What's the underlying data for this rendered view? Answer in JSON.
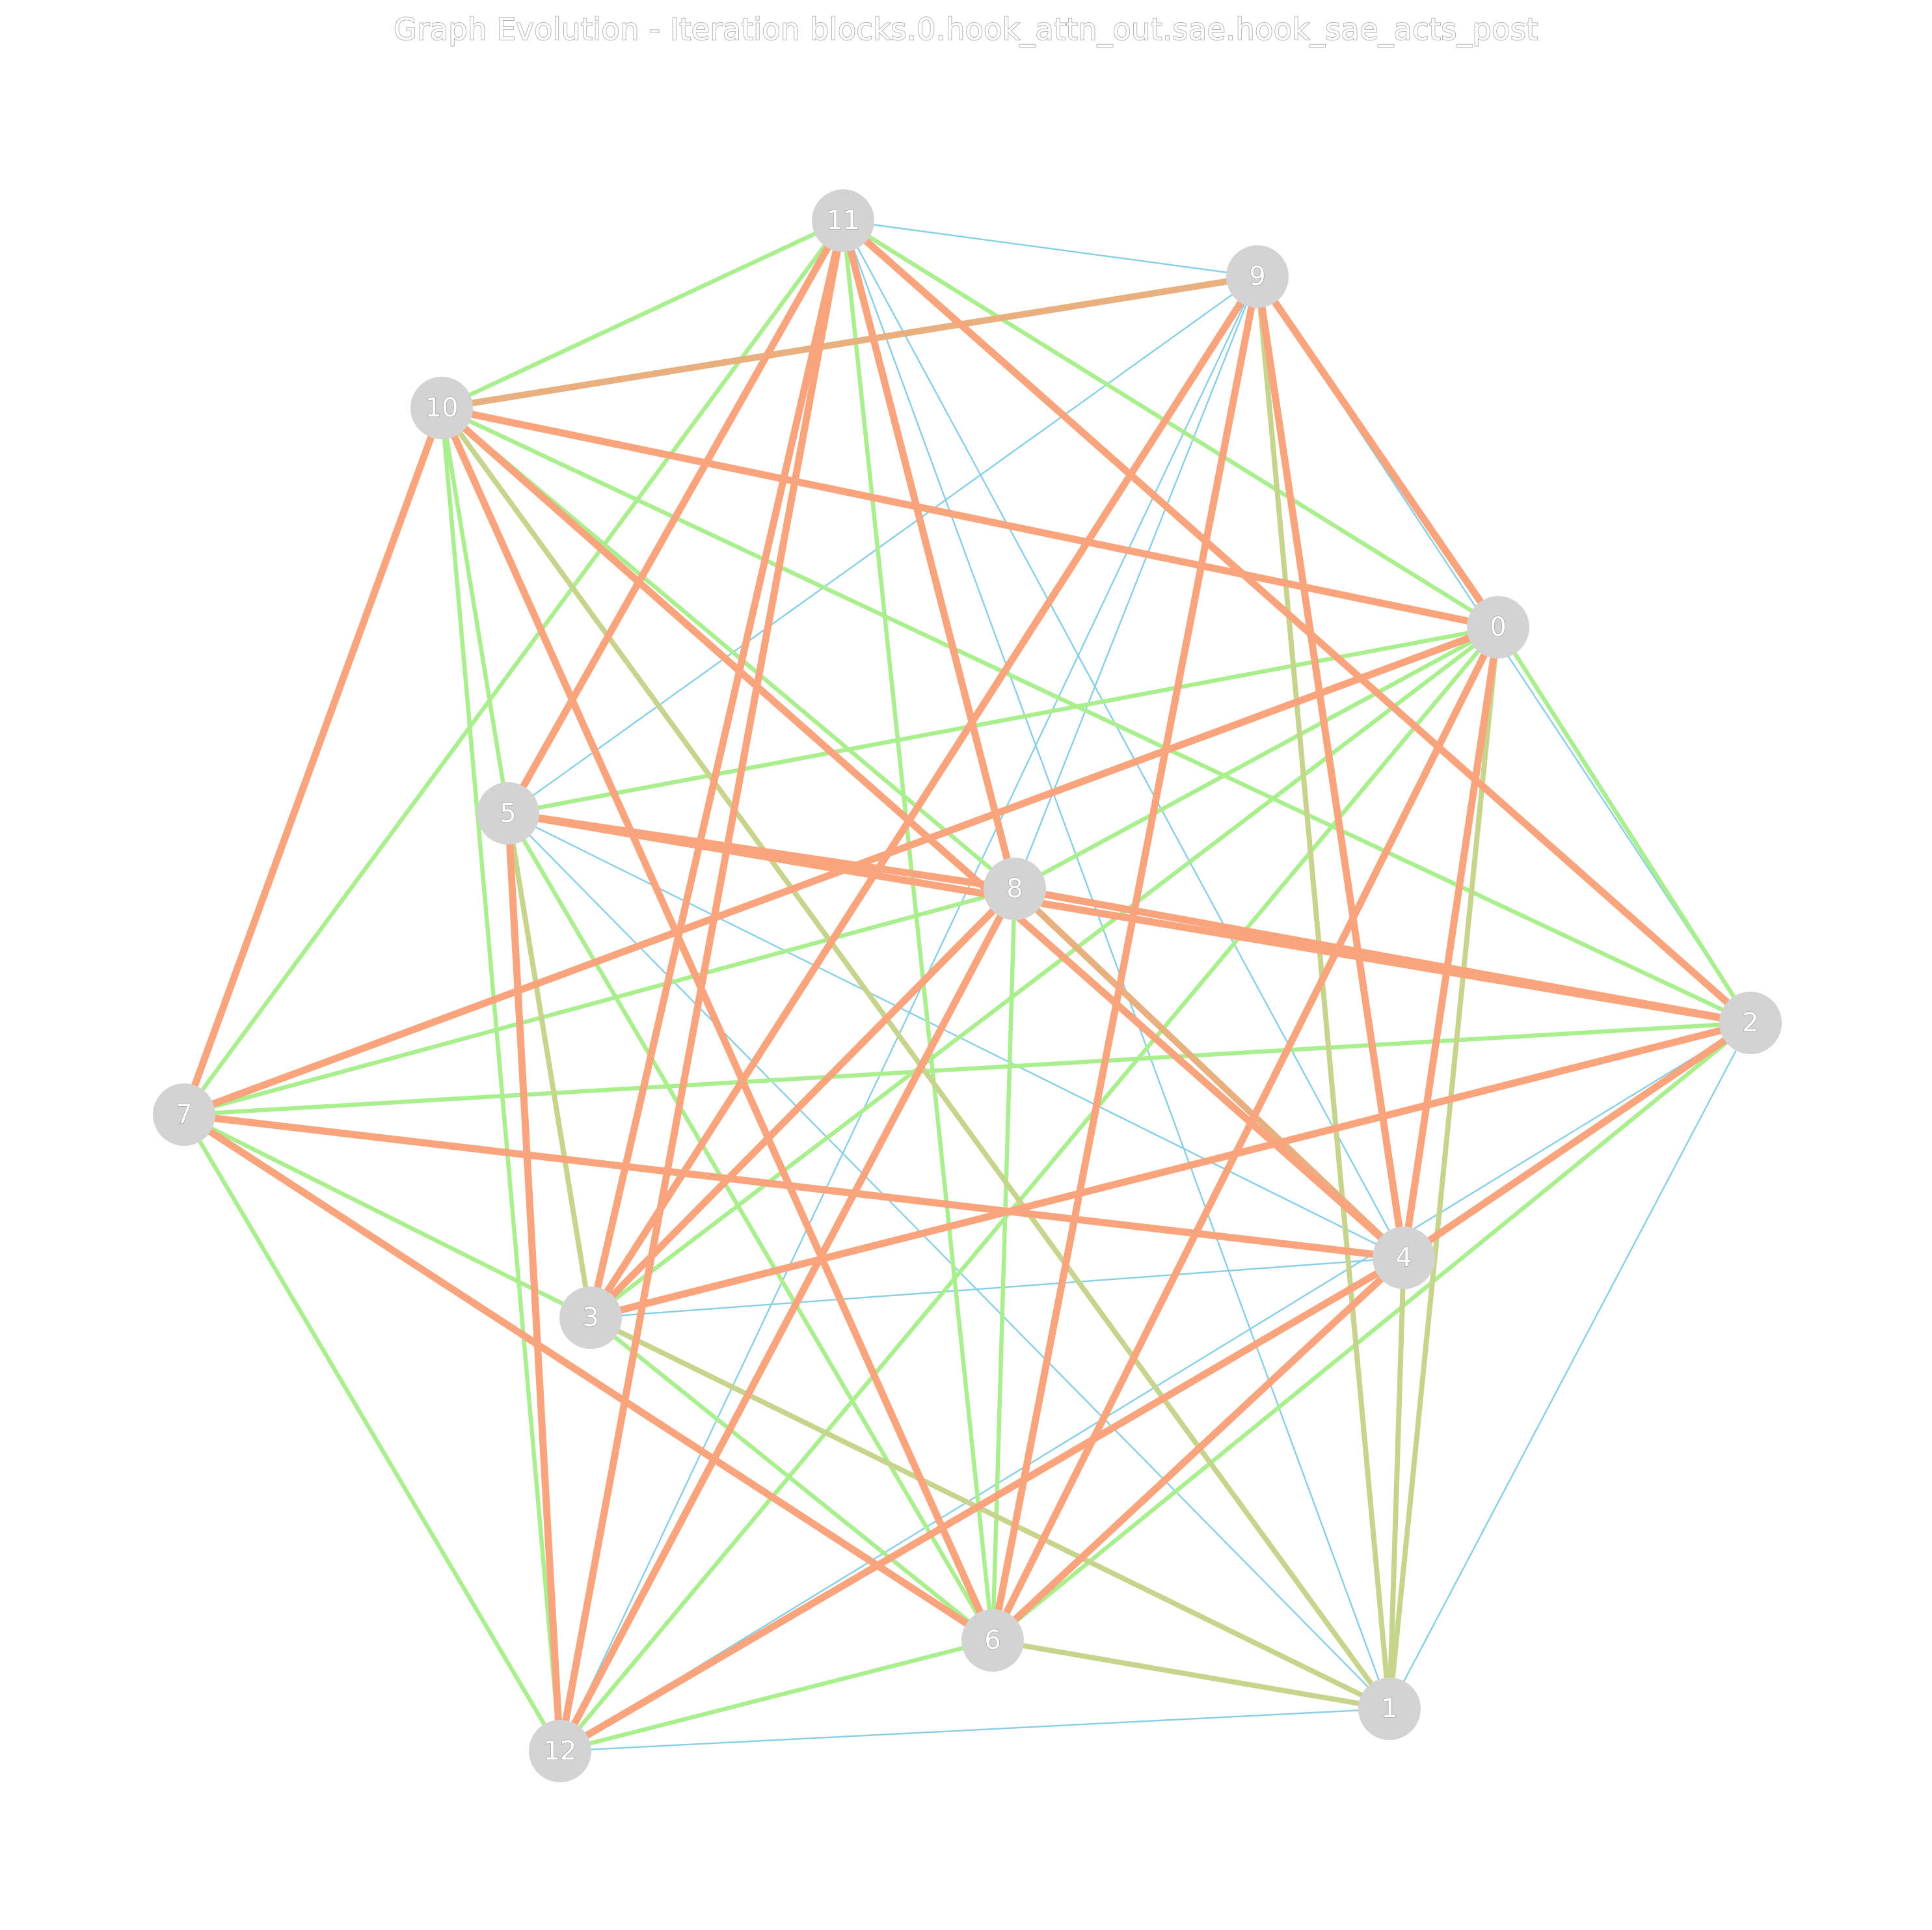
{
  "title": "Graph Evolution - Iteration blocks.0.hook_attn_out.sae.hook_sae_acts_post",
  "colors": {
    "node_fill": "#d3d3d3",
    "strong": "#f9a47c",
    "medium": "#a9ef8e",
    "weak": "#87cfe6",
    "mixed": "#c7d58c",
    "tan": "#e9b07f"
  },
  "nodes": [
    {
      "id": "0",
      "label": "0"
    },
    {
      "id": "1",
      "label": "1"
    },
    {
      "id": "2",
      "label": "2"
    },
    {
      "id": "3",
      "label": "3"
    },
    {
      "id": "4",
      "label": "4"
    },
    {
      "id": "5",
      "label": "5"
    },
    {
      "id": "6",
      "label": "6"
    },
    {
      "id": "7",
      "label": "7"
    },
    {
      "id": "8",
      "label": "8"
    },
    {
      "id": "9",
      "label": "9"
    },
    {
      "id": "10",
      "label": "10"
    },
    {
      "id": "11",
      "label": "11"
    },
    {
      "id": "12",
      "label": "12"
    }
  ],
  "edges": [
    {
      "source": "10",
      "target": "7",
      "kind": "strong"
    },
    {
      "source": "10",
      "target": "0",
      "kind": "strong"
    },
    {
      "source": "10",
      "target": "6",
      "kind": "strong"
    },
    {
      "source": "10",
      "target": "4",
      "kind": "strong"
    },
    {
      "source": "10",
      "target": "9",
      "kind": "tan"
    },
    {
      "source": "10",
      "target": "11",
      "kind": "medium"
    },
    {
      "source": "10",
      "target": "12",
      "kind": "medium"
    },
    {
      "source": "10",
      "target": "3",
      "kind": "medium"
    },
    {
      "source": "10",
      "target": "2",
      "kind": "medium"
    },
    {
      "source": "10",
      "target": "8",
      "kind": "medium"
    },
    {
      "source": "10",
      "target": "1",
      "kind": "mixed"
    },
    {
      "source": "11",
      "target": "3",
      "kind": "strong"
    },
    {
      "source": "11",
      "target": "12",
      "kind": "strong"
    },
    {
      "source": "11",
      "target": "5",
      "kind": "strong"
    },
    {
      "source": "11",
      "target": "8",
      "kind": "strong"
    },
    {
      "source": "11",
      "target": "2",
      "kind": "strong"
    },
    {
      "source": "11",
      "target": "7",
      "kind": "medium"
    },
    {
      "source": "11",
      "target": "6",
      "kind": "medium"
    },
    {
      "source": "11",
      "target": "0",
      "kind": "medium"
    },
    {
      "source": "11",
      "target": "9",
      "kind": "weak"
    },
    {
      "source": "11",
      "target": "4",
      "kind": "weak"
    },
    {
      "source": "11",
      "target": "1",
      "kind": "weak"
    },
    {
      "source": "9",
      "target": "3",
      "kind": "strong"
    },
    {
      "source": "9",
      "target": "6",
      "kind": "strong"
    },
    {
      "source": "9",
      "target": "4",
      "kind": "strong"
    },
    {
      "source": "9",
      "target": "0",
      "kind": "strong"
    },
    {
      "source": "9",
      "target": "1",
      "kind": "mixed"
    },
    {
      "source": "9",
      "target": "5",
      "kind": "weak"
    },
    {
      "source": "9",
      "target": "8",
      "kind": "weak"
    },
    {
      "source": "9",
      "target": "12",
      "kind": "weak"
    },
    {
      "source": "9",
      "target": "2",
      "kind": "weak"
    },
    {
      "source": "0",
      "target": "7",
      "kind": "strong"
    },
    {
      "source": "0",
      "target": "6",
      "kind": "strong"
    },
    {
      "source": "0",
      "target": "4",
      "kind": "strong"
    },
    {
      "source": "0",
      "target": "5",
      "kind": "medium"
    },
    {
      "source": "0",
      "target": "3",
      "kind": "medium"
    },
    {
      "source": "0",
      "target": "12",
      "kind": "medium"
    },
    {
      "source": "0",
      "target": "2",
      "kind": "medium"
    },
    {
      "source": "0",
      "target": "1",
      "kind": "mixed"
    },
    {
      "source": "0",
      "target": "8",
      "kind": "medium"
    },
    {
      "source": "5",
      "target": "8",
      "kind": "strong"
    },
    {
      "source": "5",
      "target": "2",
      "kind": "strong"
    },
    {
      "source": "5",
      "target": "12",
      "kind": "strong"
    },
    {
      "source": "5",
      "target": "3",
      "kind": "mixed"
    },
    {
      "source": "5",
      "target": "6",
      "kind": "medium"
    },
    {
      "source": "5",
      "target": "4",
      "kind": "weak"
    },
    {
      "source": "5",
      "target": "1",
      "kind": "weak"
    },
    {
      "source": "8",
      "target": "3",
      "kind": "strong"
    },
    {
      "source": "8",
      "target": "12",
      "kind": "strong"
    },
    {
      "source": "8",
      "target": "2",
      "kind": "strong"
    },
    {
      "source": "8",
      "target": "4",
      "kind": "tan"
    },
    {
      "source": "8",
      "target": "6",
      "kind": "medium"
    },
    {
      "source": "8",
      "target": "7",
      "kind": "medium"
    },
    {
      "source": "7",
      "target": "4",
      "kind": "strong"
    },
    {
      "source": "7",
      "target": "6",
      "kind": "strong"
    },
    {
      "source": "7",
      "target": "2",
      "kind": "medium"
    },
    {
      "source": "7",
      "target": "3",
      "kind": "medium"
    },
    {
      "source": "7",
      "target": "12",
      "kind": "medium"
    },
    {
      "source": "2",
      "target": "3",
      "kind": "strong"
    },
    {
      "source": "2",
      "target": "4",
      "kind": "strong"
    },
    {
      "source": "2",
      "target": "6",
      "kind": "medium"
    },
    {
      "source": "2",
      "target": "12",
      "kind": "weak"
    },
    {
      "source": "2",
      "target": "1",
      "kind": "weak"
    },
    {
      "source": "4",
      "target": "12",
      "kind": "strong"
    },
    {
      "source": "4",
      "target": "6",
      "kind": "strong"
    },
    {
      "source": "4",
      "target": "3",
      "kind": "weak"
    },
    {
      "source": "4",
      "target": "1",
      "kind": "mixed"
    },
    {
      "source": "3",
      "target": "6",
      "kind": "medium"
    },
    {
      "source": "3",
      "target": "1",
      "kind": "mixed"
    },
    {
      "source": "6",
      "target": "12",
      "kind": "medium"
    },
    {
      "source": "6",
      "target": "1",
      "kind": "mixed"
    },
    {
      "source": "12",
      "target": "1",
      "kind": "weak"
    }
  ]
}
